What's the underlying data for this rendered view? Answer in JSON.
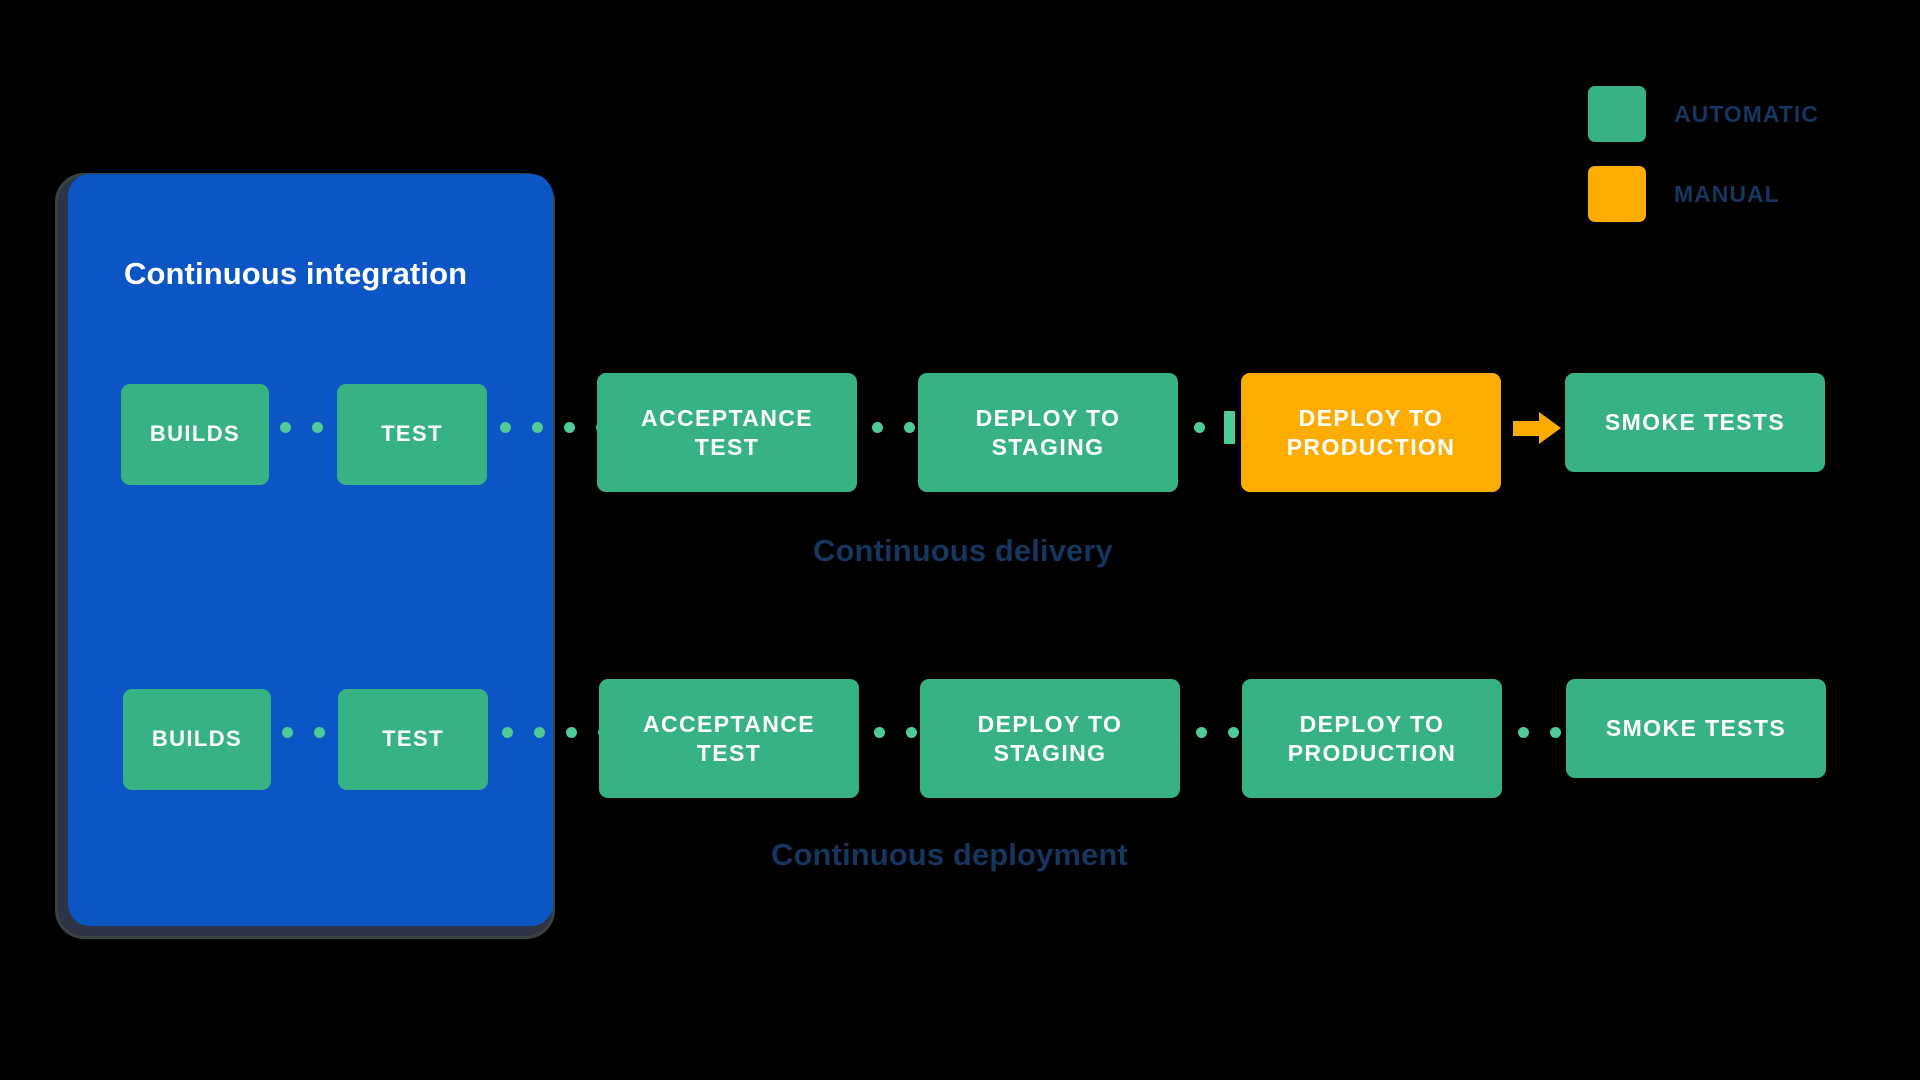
{
  "colors": {
    "background": "#000000",
    "automatic": "#36b283",
    "manual": "#fdad02",
    "ci_panel": "#0b55c4",
    "caption_text": "#16355f",
    "node_text": "#ffffff",
    "connector_dot": "#4ecb97",
    "arrow": "#fcab00"
  },
  "legend": {
    "items": [
      {
        "label": "AUTOMATIC",
        "swatch_color": "#36b283",
        "type": "automatic"
      },
      {
        "label": "MANUAL",
        "swatch_color": "#fdad02",
        "type": "manual"
      }
    ]
  },
  "ci_panel": {
    "title": "Continuous integration"
  },
  "rows": [
    {
      "caption": "Continuous delivery",
      "nodes": [
        {
          "label": "BUILDS",
          "type": "automatic",
          "inside_ci": true
        },
        {
          "label": "TEST",
          "type": "automatic",
          "inside_ci": true
        },
        {
          "label": "ACCEPTANCE TEST",
          "type": "automatic",
          "inside_ci": false
        },
        {
          "label": "DEPLOY TO STAGING",
          "type": "automatic",
          "inside_ci": false
        },
        {
          "label": "DEPLOY TO PRODUCTION",
          "type": "manual",
          "inside_ci": false
        },
        {
          "label": "SMOKE TESTS",
          "type": "automatic",
          "inside_ci": false
        }
      ],
      "connectors": [
        "dotted",
        "dotted",
        "dotted",
        "manual-gate",
        "arrow"
      ]
    },
    {
      "caption": "Continuous deployment",
      "nodes": [
        {
          "label": "BUILDS",
          "type": "automatic",
          "inside_ci": true
        },
        {
          "label": "TEST",
          "type": "automatic",
          "inside_ci": true
        },
        {
          "label": "ACCEPTANCE TEST",
          "type": "automatic",
          "inside_ci": false
        },
        {
          "label": "DEPLOY TO STAGING",
          "type": "automatic",
          "inside_ci": false
        },
        {
          "label": "DEPLOY TO PRODUCTION",
          "type": "automatic",
          "inside_ci": false
        },
        {
          "label": "SMOKE TESTS",
          "type": "automatic",
          "inside_ci": false
        }
      ],
      "connectors": [
        "dotted",
        "dotted",
        "dotted",
        "dotted",
        "dotted"
      ]
    }
  ]
}
